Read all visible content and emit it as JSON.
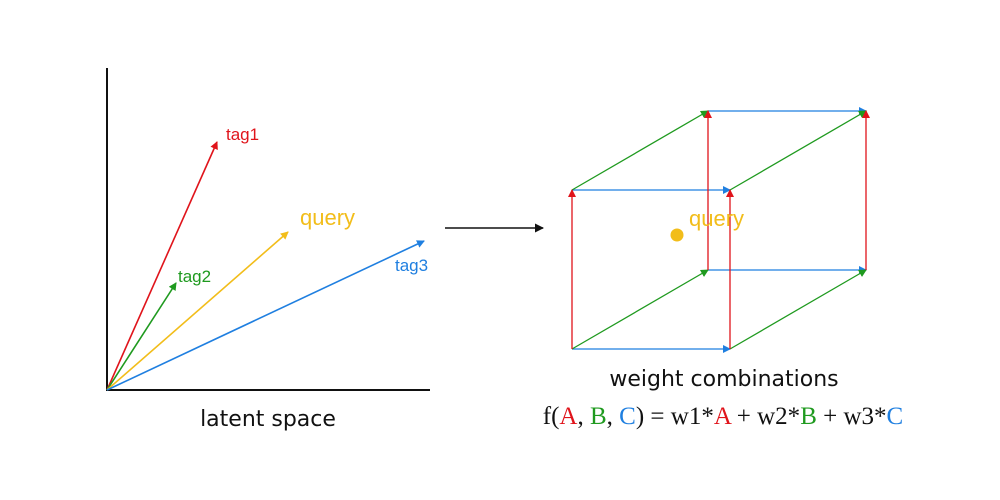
{
  "colors": {
    "tag1": "#e0141b",
    "tag2": "#1f9a1f",
    "tag3": "#1f7fe0",
    "query": "#f2bd1a",
    "axis": "#111111"
  },
  "left": {
    "vectors": {
      "tag1": "tag1",
      "tag2": "tag2",
      "tag3": "tag3",
      "query": "query"
    },
    "caption": "latent space"
  },
  "right": {
    "point_label": "query",
    "caption": "weight combinations",
    "formula": {
      "f": "f(",
      "a": "A",
      "comma1": ", ",
      "b": "B",
      "comma2": ", ",
      "c": "C",
      "rhs1": ") = w1*",
      "a2": "A",
      "rhs2": " + w2*",
      "b2": "B",
      "rhs3": " + w3*",
      "c2": "C"
    }
  }
}
